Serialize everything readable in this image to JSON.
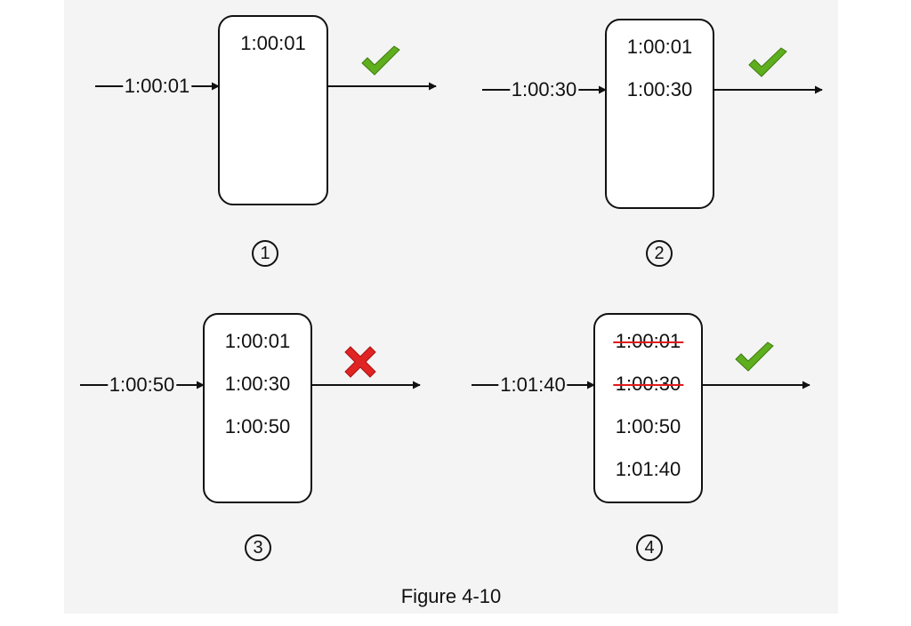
{
  "figure": {
    "caption": "Figure 4-10",
    "steps": [
      {
        "number": "1",
        "input": "1:00:01",
        "entries": [
          {
            "text": "1:00:01",
            "removed": false
          }
        ],
        "result": "accepted"
      },
      {
        "number": "2",
        "input": "1:00:30",
        "entries": [
          {
            "text": "1:00:01",
            "removed": false
          },
          {
            "text": "1:00:30",
            "removed": false
          }
        ],
        "result": "accepted"
      },
      {
        "number": "3",
        "input": "1:00:50",
        "entries": [
          {
            "text": "1:00:01",
            "removed": false
          },
          {
            "text": "1:00:30",
            "removed": false
          },
          {
            "text": "1:00:50",
            "removed": false
          }
        ],
        "result": "rejected"
      },
      {
        "number": "4",
        "input": "1:01:40",
        "entries": [
          {
            "text": "1:00:01",
            "removed": true
          },
          {
            "text": "1:00:30",
            "removed": true
          },
          {
            "text": "1:00:50",
            "removed": false
          },
          {
            "text": "1:01:40",
            "removed": false
          }
        ],
        "result": "accepted"
      }
    ]
  },
  "colors": {
    "accepted_icon": "#5fae1e",
    "rejected_icon": "#e02424",
    "strike_line": "#e01b1b"
  },
  "icons": {
    "accepted": "checkmark-icon",
    "rejected": "cross-icon"
  }
}
